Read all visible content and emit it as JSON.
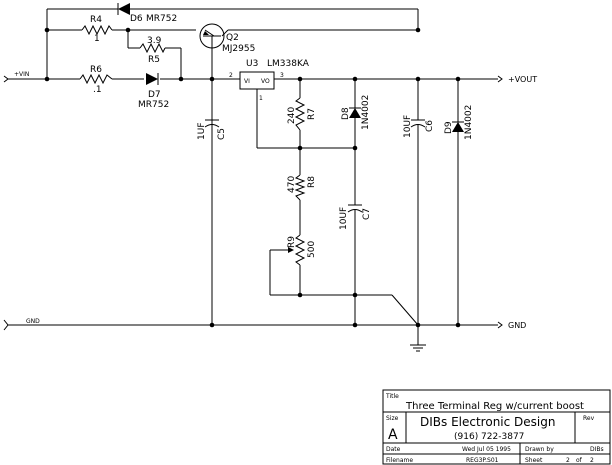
{
  "nets": {
    "vin": "+VIN",
    "vout": "+VOUT",
    "gnd_left": "GND",
    "gnd_right": "GND"
  },
  "components": {
    "d6": {
      "ref": "D6",
      "value": "MR752"
    },
    "r4": {
      "ref": "R4",
      "value": "1"
    },
    "r5": {
      "ref": "R5",
      "value": "3.9"
    },
    "r6": {
      "ref": "R6",
      "value": ".1"
    },
    "d7": {
      "ref": "D7",
      "value": "MR752"
    },
    "q2": {
      "ref": "Q2",
      "value": "MJ2955"
    },
    "u3": {
      "ref": "U3",
      "value": "LM338KA",
      "pin_in": "2",
      "pin_out": "3",
      "pin_adj": "1",
      "label_in": "VI",
      "label_out": "VO"
    },
    "c5": {
      "ref": "C5",
      "value": "1UF"
    },
    "r7": {
      "ref": "R7",
      "value": "240"
    },
    "d8": {
      "ref": "D8",
      "value": "1N4002"
    },
    "c6": {
      "ref": "C6",
      "value": "10UF"
    },
    "d9": {
      "ref": "D9",
      "value": "1N4002"
    },
    "r8": {
      "ref": "R8",
      "value": "470"
    },
    "r9": {
      "ref": "R9",
      "value": "500"
    },
    "c7": {
      "ref": "C7",
      "value": "10UF"
    }
  },
  "title_block": {
    "title_label": "Title",
    "title": "Three Terminal Reg w/current boost",
    "size_label": "Size",
    "size": "A",
    "company": "DIBs Electronic Design",
    "phone": "(916) 722-3877",
    "rev_label": "Rev",
    "date_label": "Date",
    "date": "Wed Jul 05 1995",
    "drawn_label": "Drawn by",
    "drawn": "DIBs",
    "file_label": "Filename",
    "file": "REG3P.S01",
    "sheet_label": "Sheet",
    "sheet": "2",
    "of_label": "of",
    "sheets": "2"
  }
}
